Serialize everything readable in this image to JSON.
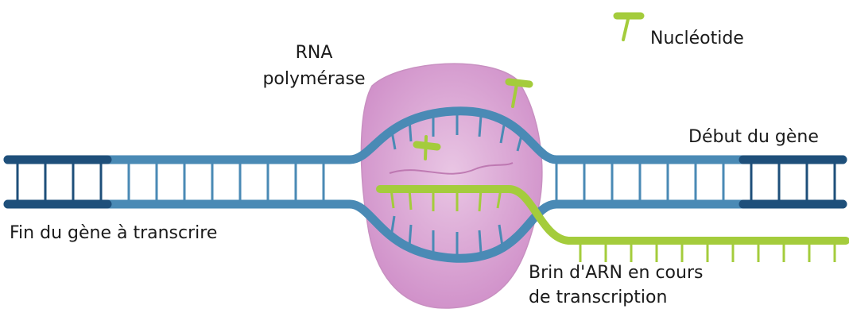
{
  "labels": {
    "nucleotide": "Nucléotide",
    "rna_polymerase_line1": "RNA",
    "rna_polymerase_line2": "polymérase",
    "gene_start": "Début du gène",
    "gene_end": "Fin du gène à transcrire",
    "rna_strand_line1": "Brin d'ARN en cours",
    "rna_strand_line2": "de transcription"
  },
  "colors": {
    "dna_light": "#4a8ab5",
    "dna_dark": "#1e4f7a",
    "rna_green": "#a4cc3c",
    "polymerase": "#d9a2d3",
    "text": "#1a1a1a"
  }
}
